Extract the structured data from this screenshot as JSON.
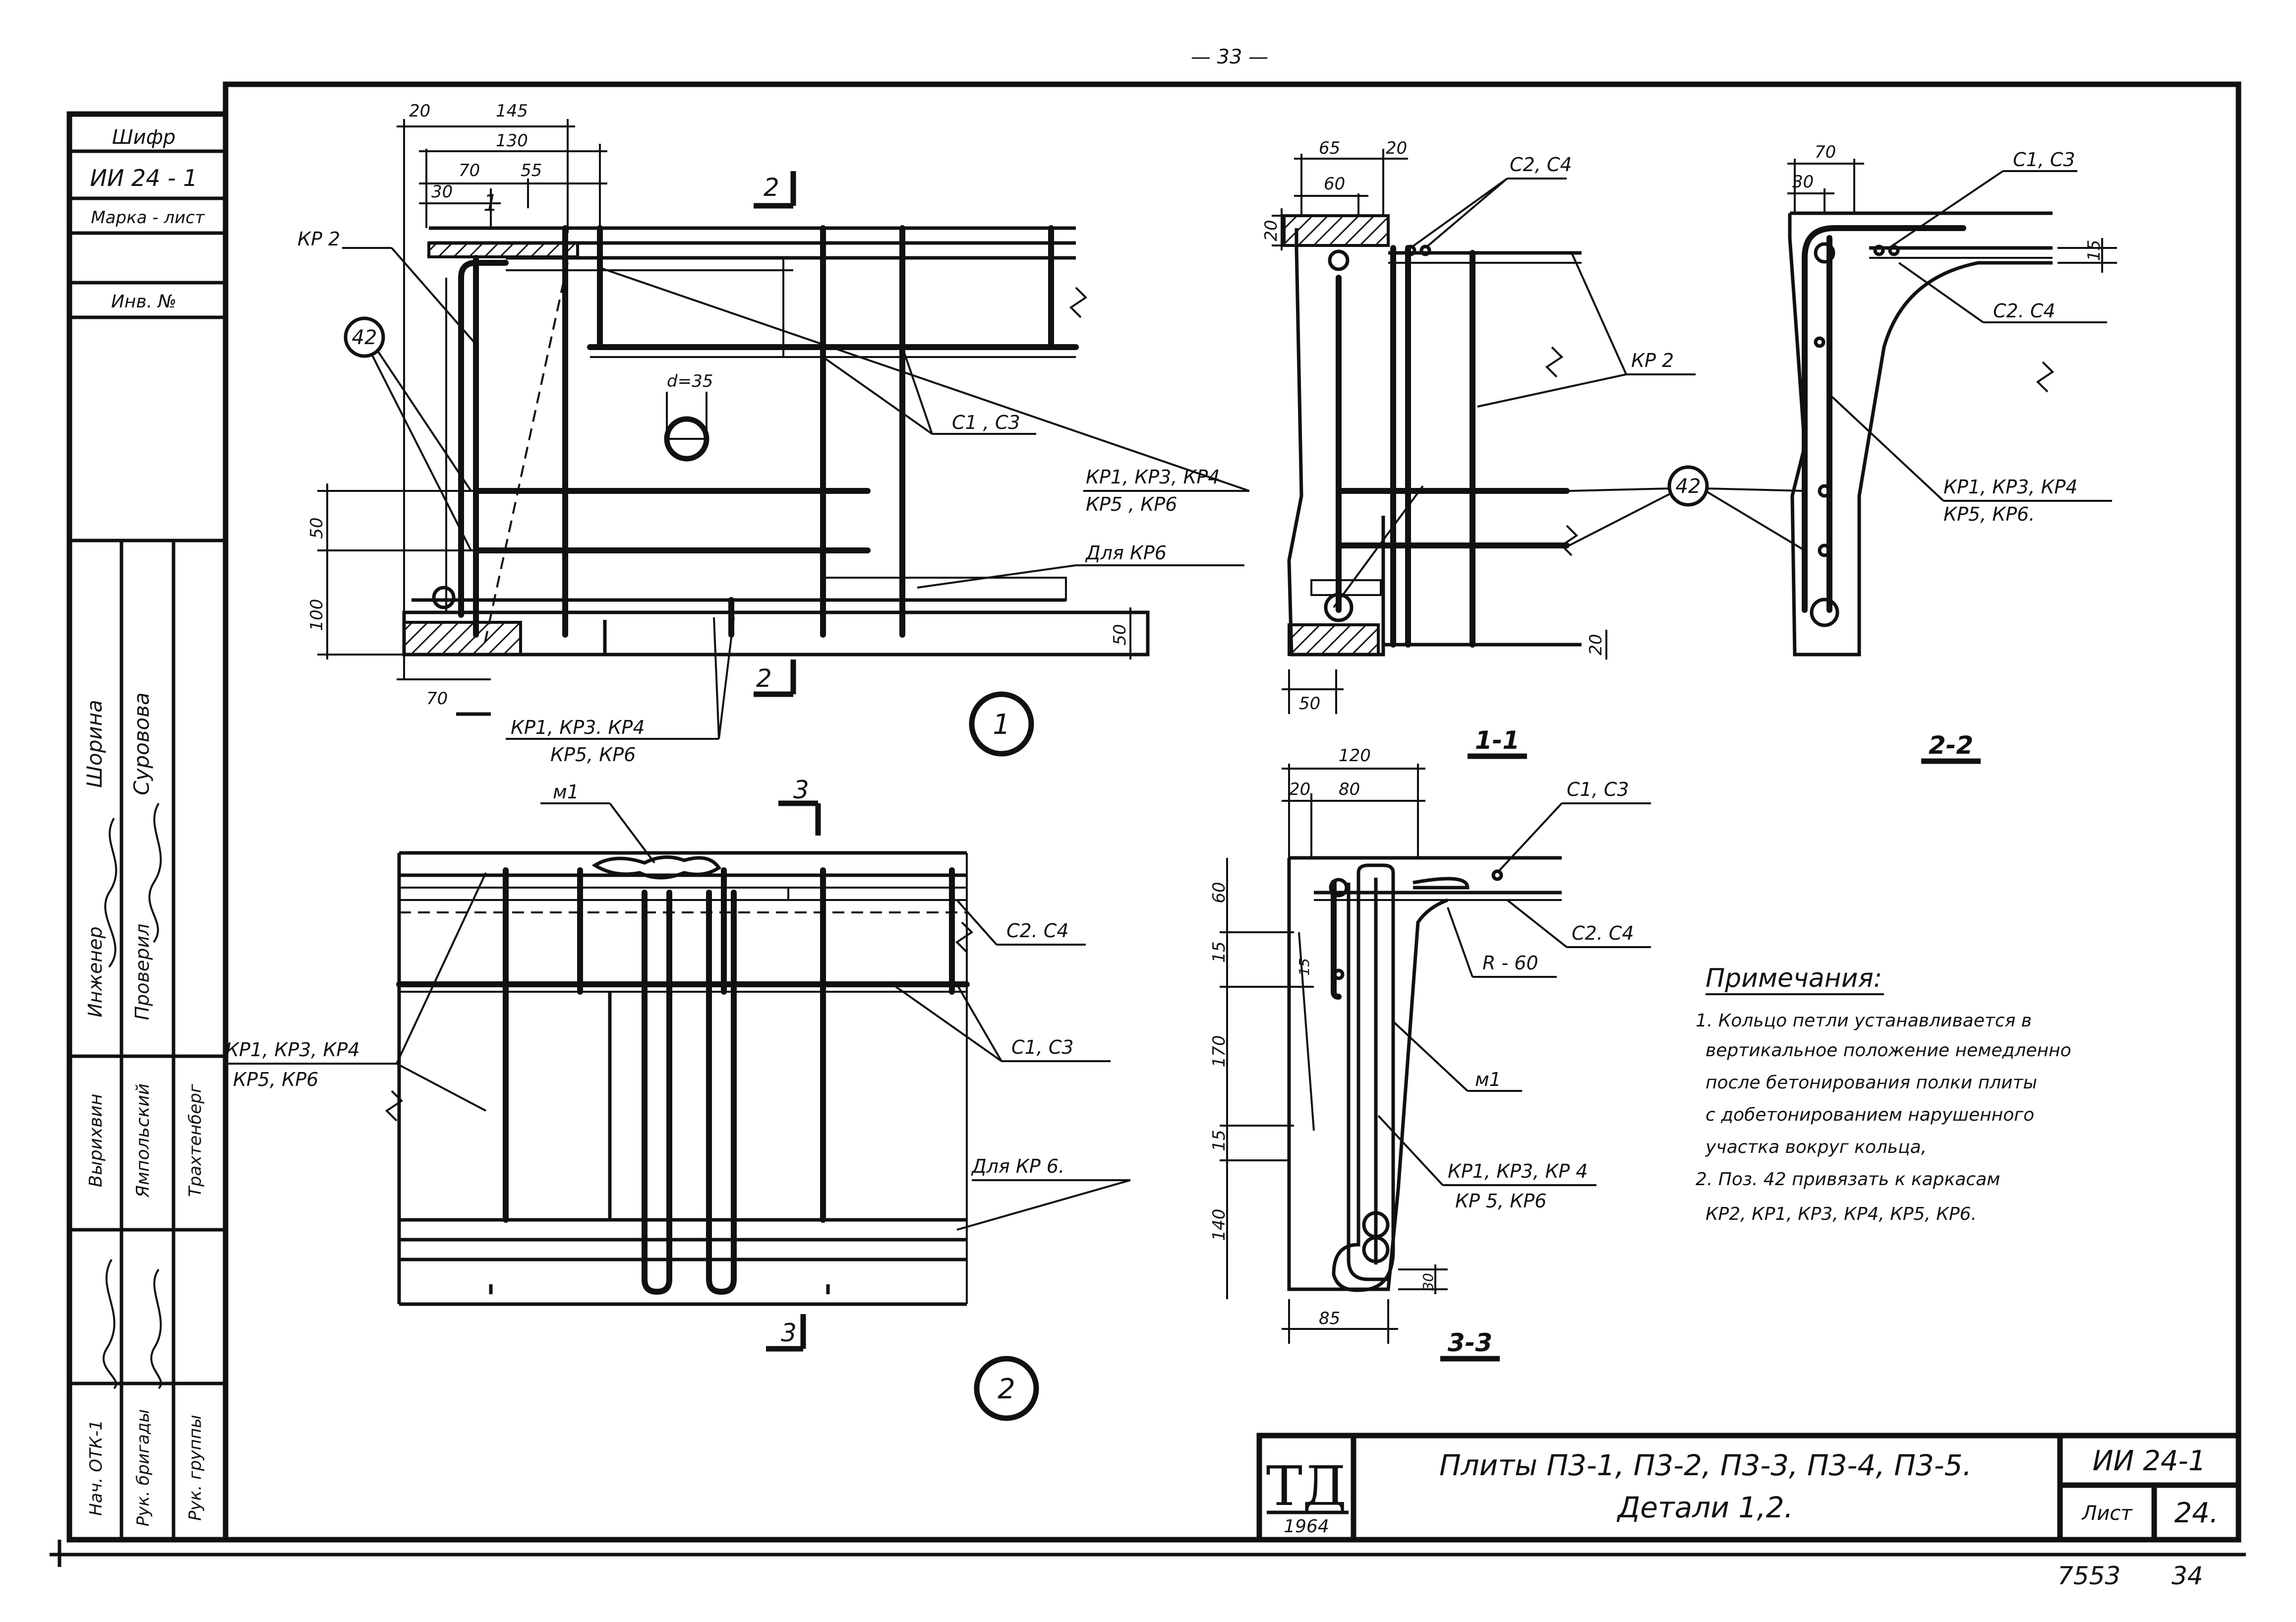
{
  "page_number": "— 33 —",
  "stamp": {
    "cipher_label": "Шифр",
    "cipher_value": "ИИ 24 - 1",
    "mark_label": "Марка - лист",
    "inv_label": "Инв. №",
    "people": [
      "Шорина",
      "Суровова",
      "Вырихвин",
      "Ямпольский",
      "Трахтенберг"
    ],
    "roles": [
      "Инженер",
      "Проверил",
      "Нач. ОТК-1",
      "Рук. бригады",
      "Рук. группы"
    ]
  },
  "detail1": {
    "label": "1",
    "dims": [
      "20",
      "145",
      "130",
      "70",
      "55",
      "30",
      "1",
      "50",
      "100",
      "70",
      "50",
      "d=35"
    ],
    "section_marks": [
      "2",
      "2"
    ],
    "pos": "42",
    "labels": {
      "kr2": "КР 2",
      "c1c3": "С1 , С3",
      "kr_line1": "КР1, КР3, КР4",
      "kr_line2": "КР5 , КР6",
      "for_kr6": "Для КР6",
      "bottom_line1": "КР1, КР3. КР4",
      "bottom_line2": "КР5, КР6"
    }
  },
  "section11": {
    "label": "1-1",
    "dims": [
      "65",
      "20",
      "60",
      "20",
      "50",
      "20"
    ],
    "pos": "42",
    "labels": {
      "c2c4": "С2, С4",
      "kr2": "КР 2"
    }
  },
  "section22": {
    "label": "2-2",
    "dims": [
      "70",
      "30",
      "15"
    ],
    "labels": {
      "c1c3": "С1, С3",
      "c2c4": "С2. С4",
      "kr_line1": "КР1, КР3, КР4",
      "kr_line2": "КР5, КР6."
    }
  },
  "detail2": {
    "label": "2",
    "section_marks": [
      "3",
      "3"
    ],
    "labels": {
      "m1": "м1",
      "c2c4": "С2. С4",
      "c1c3": "С1, С3",
      "kr_line1": "КР1, КР3, КР4",
      "kr_line2": "КР5, КР6",
      "for_kr6": "Для КР 6."
    }
  },
  "section33": {
    "label": "3-3",
    "dims": [
      "120",
      "20",
      "80",
      "60",
      "15",
      "170",
      "15",
      "140",
      "85",
      "30",
      "15"
    ],
    "labels": {
      "c1c3": "С1, С3",
      "c2c4": "С2. С4",
      "r60": "R - 60",
      "m1": "м1",
      "kr_line1": "КР1, КР3, КР 4",
      "kr_line2": "КР 5, КР6"
    }
  },
  "notes": {
    "title": "Примечания:",
    "lines": [
      "1. Кольцо петли устанавливается в",
      "вертикальное положение немедленно",
      "после бетонирования полки плиты",
      "с добетонированием нарушенного",
      "участка вокруг кольца,",
      "2. Поз. 42 привязать к каркасам",
      "КР2, КР1, КР3, КР4, КР5, КР6."
    ]
  },
  "title_block": {
    "logo": "ТД",
    "year": "1964",
    "title_line1": "Плиты П3-1, П3-2, П3-3, П3-4, П3-5.",
    "title_line2": "Детали 1,2.",
    "code": "ИИ 24-1",
    "sheet_label": "Лист",
    "sheet_number": "24."
  },
  "footer": {
    "number1": "7553",
    "number2": "34"
  }
}
